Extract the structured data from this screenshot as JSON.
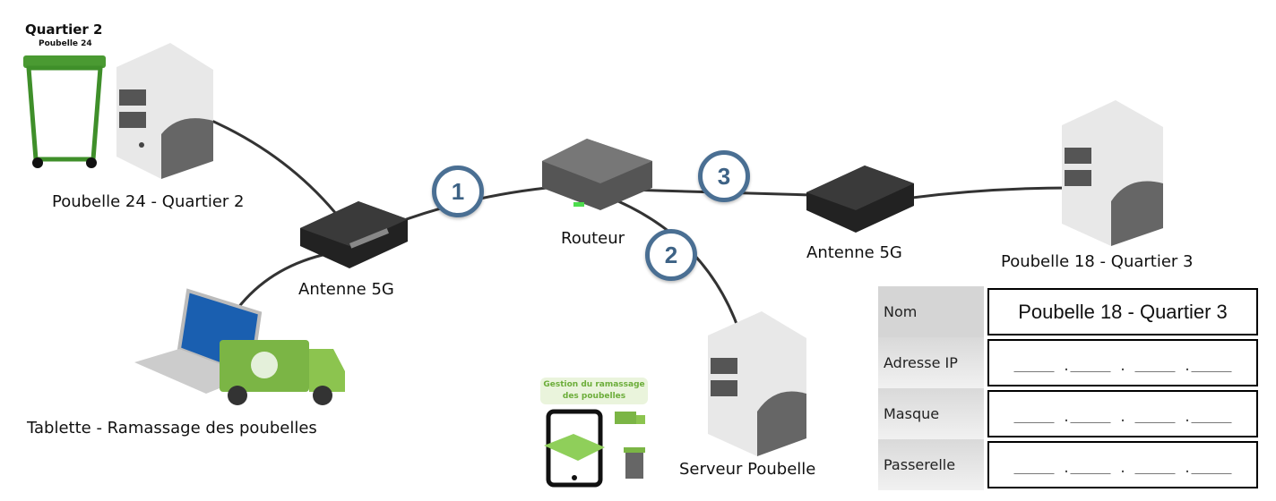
{
  "nodes": {
    "bin_label_top": {
      "title": "Quartier 2",
      "subtitle": "Poubelle 24"
    },
    "poubelle24": {
      "label": "Poubelle 24 - Quartier 2"
    },
    "antenne_left": {
      "label": "Antenne 5G"
    },
    "tablette": {
      "label": "Tablette - Ramassage des poubelles"
    },
    "routeur": {
      "label": "Routeur"
    },
    "antenne_right": {
      "label": "Antenne 5G"
    },
    "poubelle18": {
      "label": "Poubelle 18 - Quartier 3"
    },
    "serveur": {
      "label": "Serveur Poubelle"
    },
    "gestion": {
      "label": "Gestion du ramassage des poubelles"
    }
  },
  "badges": [
    "1",
    "2",
    "3"
  ],
  "info_table": {
    "rows": [
      {
        "key": "Nom",
        "value": "Poubelle 18 - Quartier 3"
      },
      {
        "key": "Adresse IP",
        "value": "_____ ._____ . _____ ._____"
      },
      {
        "key": "Masque",
        "value": "_____ ._____ . _____ ._____"
      },
      {
        "key": "Passerelle",
        "value": "_____ ._____ . _____ ._____"
      }
    ]
  },
  "colors": {
    "badge_border": "#4a6f93",
    "bin_green": "#3f8f2a",
    "link": "#333333"
  }
}
